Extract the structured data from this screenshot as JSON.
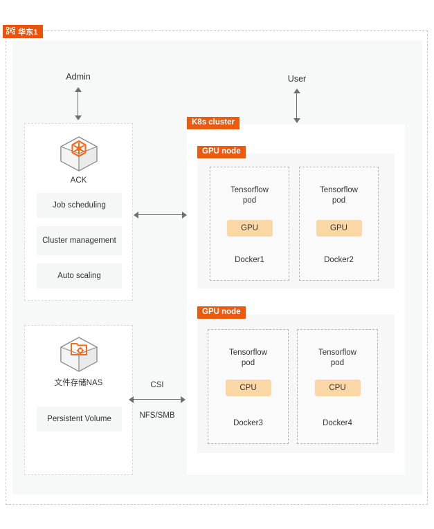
{
  "region": {
    "label": "华东1",
    "icon": "region-network-icon",
    "badge_color": "#e8540c"
  },
  "actors": {
    "admin": "Admin",
    "user": "User"
  },
  "ack_panel": {
    "icon": "ack-cube-icon",
    "caption": "ACK",
    "features": [
      "Job scheduling",
      "Cluster management",
      "Auto scaling"
    ]
  },
  "nas_panel": {
    "icon": "nas-folder-icon",
    "caption": "文件存储NAS",
    "features": [
      "Persistent Volume"
    ]
  },
  "connections": {
    "csi": "CSI",
    "protocol": "NFS/SMB"
  },
  "k8s_cluster": {
    "badge": "K8s cluster",
    "nodes": [
      {
        "badge": "GPU node",
        "pods": [
          {
            "title": "Tensorflow\npod",
            "chip": "GPU",
            "footer": "Docker1"
          },
          {
            "title": "Tensorflow\npod",
            "chip": "GPU",
            "footer": "Docker2"
          }
        ]
      },
      {
        "badge": "GPU node",
        "pods": [
          {
            "title": "Tensorflow\npod",
            "chip": "CPU",
            "footer": "Docker3"
          },
          {
            "title": "Tensorflow\npod",
            "chip": "CPU",
            "footer": "Docker4"
          }
        ]
      }
    ]
  },
  "colors": {
    "brand_orange": "#e8540c",
    "badge_orange": "#ea5b10",
    "chip_orange": "#fbd7a5",
    "panel_gray": "#f7f8f8",
    "arrow_gray": "#6e6e6e"
  }
}
